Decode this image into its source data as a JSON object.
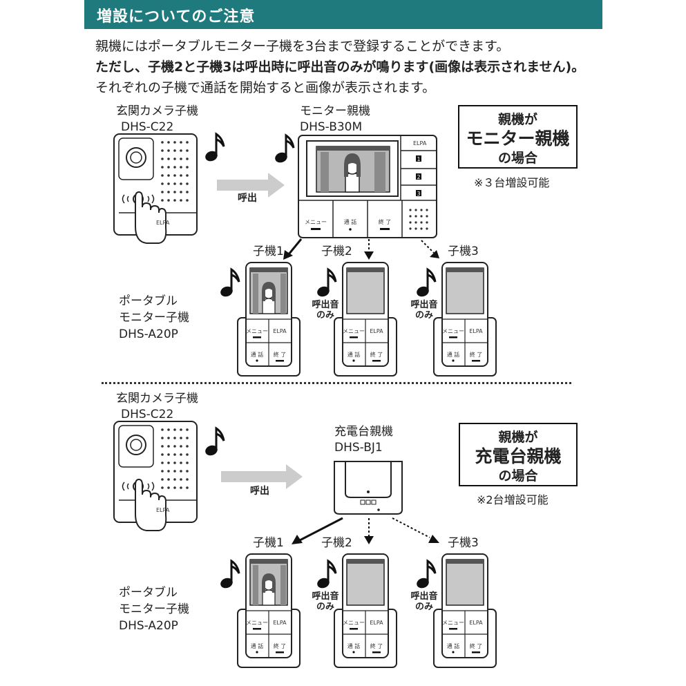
{
  "header": {
    "title": "増設についてのご注意"
  },
  "intro": {
    "line1": "親機にはポータブルモニター子機を3台まで登録することができます。",
    "line2_bold": "ただし、子機2と子機3は呼出時に呼出音のみが鳴ります(画像は表示されません)。",
    "line2_rest": "それぞれの子機で通話を開始すると画像が表示されます。"
  },
  "camera": {
    "name": "玄関カメラ子機",
    "model": "DHS-C22"
  },
  "call_label": "呼出",
  "section1": {
    "parent_name": "モニター親機",
    "parent_model": "DHS-B30M",
    "box": {
      "line1": "親機が",
      "line2": "モニター親機",
      "line3": "の場合"
    },
    "note": "※３台増設可能",
    "monitor_buttons": {
      "menu": "メニュー",
      "talk": "通 話",
      "end": "終 了",
      "brand": "ELPA",
      "keys": [
        "1",
        "2",
        "3"
      ]
    }
  },
  "section2": {
    "parent_name": "充電台親機",
    "parent_model": "DHS-BJ1",
    "box": {
      "line1": "親機が",
      "line2": "充電台親機",
      "line3": "の場合"
    },
    "note": "※2台増設可能"
  },
  "handsets": {
    "labels": [
      "子機1",
      "子機2",
      "子機3"
    ],
    "ring_only": [
      "呼出音",
      "のみ"
    ],
    "name": [
      "ポータブル",
      "モニター子機"
    ],
    "model": "DHS-A20P",
    "buttons": {
      "menu": "メニュー",
      "brand": "ELPA",
      "talk": "通 話",
      "end": "終 了"
    }
  },
  "colors": {
    "header": "#1f7a7d",
    "arrow_gray": "#cccccc",
    "screen_gray": "#c8c8c8"
  }
}
